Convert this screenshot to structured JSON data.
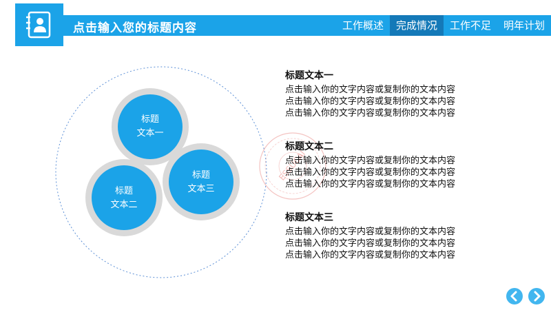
{
  "header": {
    "title": "点击输入您的标题内容",
    "nav": [
      {
        "label": "工作概述",
        "active": false
      },
      {
        "label": "完成情况",
        "active": true
      },
      {
        "label": "工作不足",
        "active": false
      },
      {
        "label": "明年计划",
        "active": false
      }
    ]
  },
  "diagram": {
    "circles": [
      {
        "line1": "标题",
        "line2": "文本一"
      },
      {
        "line1": "标题",
        "line2": "文本二"
      },
      {
        "line1": "标题",
        "line2": "文本三"
      }
    ]
  },
  "sections": [
    {
      "title": "标题文本一",
      "lines": [
        "点击输入你的文字内容或复制你的文本内容",
        "点击输入你的文字内容或复制你的文本内容",
        "点击输入你的文字内容或复制你的文本内容"
      ]
    },
    {
      "title": "标题文本二",
      "lines": [
        "点击输入你的文字内容或复制你的文本内容",
        "点击输入你的文字内容或复制你的文本内容",
        "点击输入你的文字内容或复制你的文本内容"
      ]
    },
    {
      "title": "标题文本三",
      "lines": [
        "点击输入你的文字内容或复制你的文本内容",
        "点击输入你的文字内容或复制你的文本内容",
        "点击输入你的文字内容或复制你的文本内容"
      ]
    }
  ],
  "watermark": {
    "text": "ESSUCAI"
  },
  "colors": {
    "brand_blue": "#1ba3e8",
    "active_tab": "#1479b8",
    "ring_gray": "#d9d9d9",
    "stamp_red": "#e0534c"
  },
  "icons": {
    "logo": "contact-book-icon",
    "prev": "chevron-left-icon",
    "next": "chevron-right-icon"
  }
}
